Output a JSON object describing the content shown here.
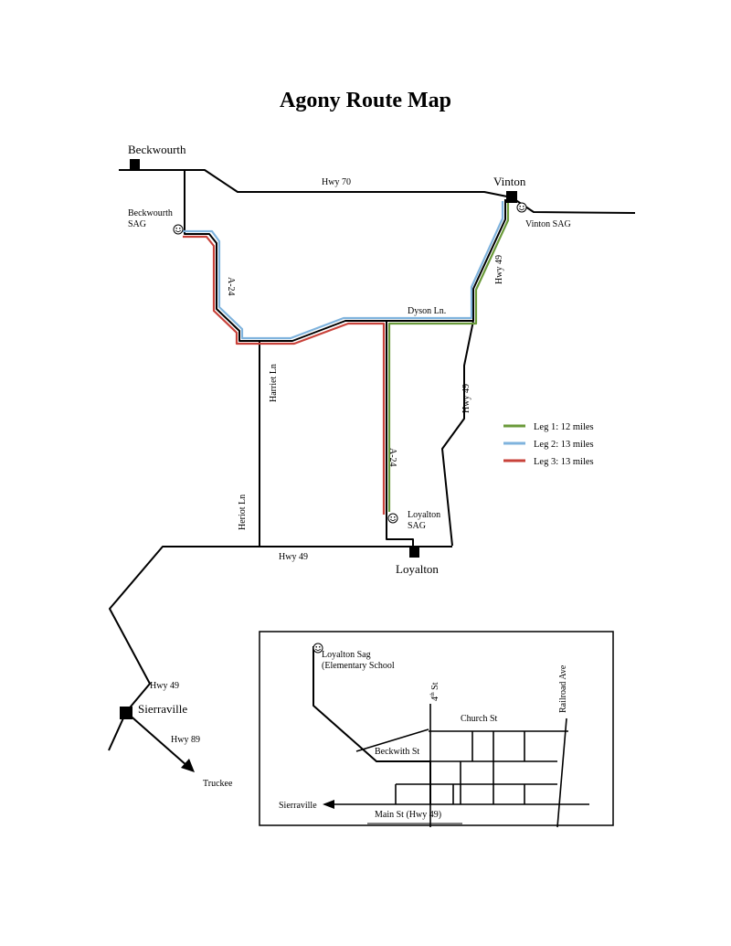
{
  "title": "Agony Route Map",
  "colors": {
    "leg1": "#6a9a3a",
    "leg2": "#7fb3dd",
    "leg3": "#c8423a",
    "road": "#000000"
  },
  "towns": {
    "beckwourth": "Beckwourth",
    "vinton": "Vinton",
    "loyalton": "Loyalton",
    "sierraville": "Sierraville",
    "truckee": "Truckee"
  },
  "sags": {
    "beckwourth": [
      "Beckwourth",
      "SAG"
    ],
    "vinton": "Vinton SAG",
    "loyalton": [
      "Loyalton",
      "SAG"
    ]
  },
  "roads": {
    "hwy70": "Hwy 70",
    "a24_north": "A-24",
    "a24_south": "A-24",
    "dyson": "Dyson Ln.",
    "hwy49_vinton": "Hwy 49",
    "hwy49_east": "Hwy 49",
    "hwy49_south": "Hwy 49",
    "hwy49_sierraville": "Hwy 49",
    "hwy89": "Hwy 89",
    "harriet": "Harriet Ln",
    "heriot": "Heriot Ln"
  },
  "legend": [
    {
      "label": "Leg 1: 12 miles",
      "color": "#6a9a3a"
    },
    {
      "label": "Leg 2: 13 miles",
      "color": "#7fb3dd"
    },
    {
      "label": "Leg 3: 13 miles",
      "color": "#c8423a"
    }
  ],
  "inset": {
    "sag": [
      "Loyalton Sag",
      "(Elementary School"
    ],
    "fourth_st": "4",
    "fourth_sup": "th",
    "fourth_suffix": " St",
    "railroad": "Railroad Ave",
    "church": "Church St",
    "beckwith": "Beckwith St",
    "main": "Main St (Hwy 49)",
    "sierraville": "Sierraville"
  }
}
